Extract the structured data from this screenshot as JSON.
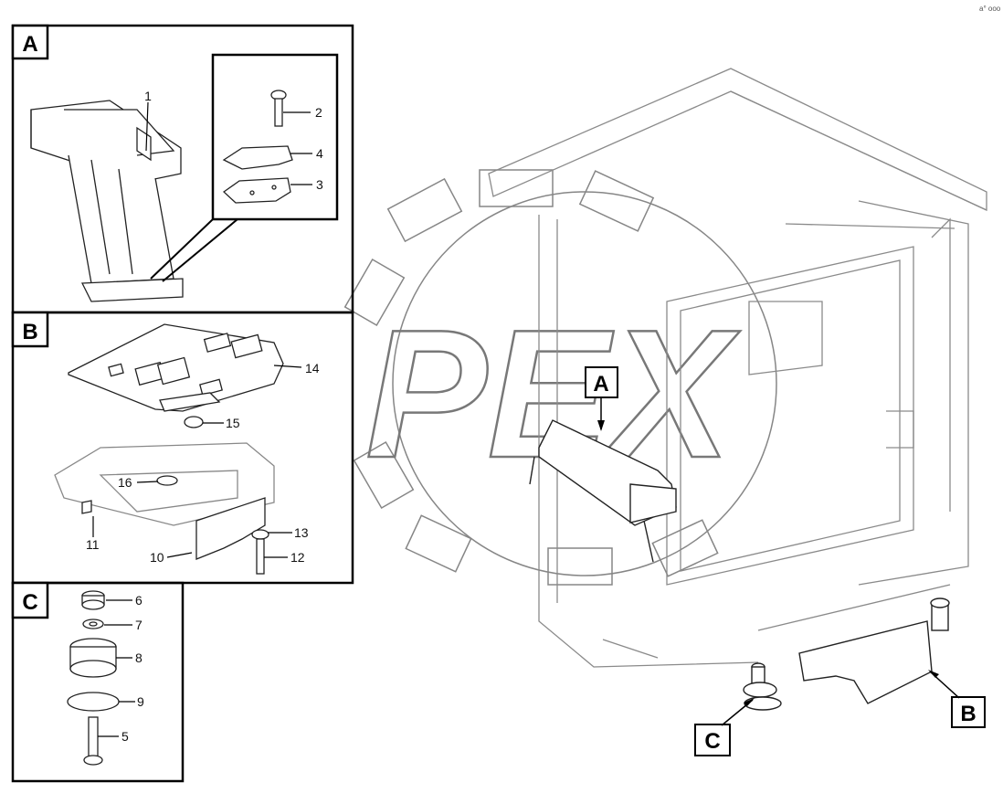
{
  "corner_mark": "a° ooo",
  "watermark": {
    "text": "PEX"
  },
  "sections": [
    {
      "id": "A",
      "label": "A"
    },
    {
      "id": "B",
      "label": "B"
    },
    {
      "id": "C",
      "label": "C"
    }
  ],
  "callouts": {
    "main_A": "A",
    "main_B": "B",
    "main_C": "C"
  },
  "parts": {
    "p1": "1",
    "p2": "2",
    "p3": "3",
    "p4": "4",
    "p5": "5",
    "p6": "6",
    "p7": "7",
    "p8": "8",
    "p9": "9",
    "p10": "10",
    "p11": "11",
    "p12": "12",
    "p13": "13",
    "p14": "14",
    "p15": "15",
    "p16": "16"
  }
}
